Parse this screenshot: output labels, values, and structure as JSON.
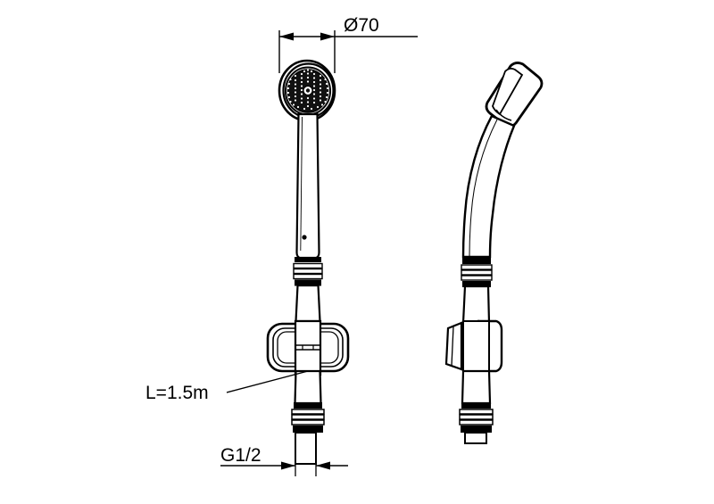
{
  "drawing": {
    "type": "technical-product-drawing",
    "subject": "hand shower with hose and wall bracket",
    "background_color": "#ffffff",
    "line_color": "#000000",
    "views": [
      {
        "name": "front-view",
        "position": "left",
        "components": [
          "spray-face",
          "shower-head",
          "handle",
          "handle-hole",
          "upper-coupling-nut",
          "hose",
          "hose-clip-bracket",
          "lower-coupling-nut",
          "g-half-thread"
        ]
      },
      {
        "name": "side-view",
        "position": "right",
        "components": [
          "shower-head-profile",
          "curved-handle",
          "upper-coupling-nut",
          "hose",
          "wall-bracket",
          "lower-coupling-nut",
          "g-half-thread"
        ]
      }
    ]
  },
  "dimensions": {
    "diameter": {
      "label": "Ø70",
      "value": 70,
      "unit": "mm",
      "applies_to": "shower-head-face",
      "position": "top"
    },
    "thread": {
      "label": "G1/2",
      "value": "G1/2",
      "applies_to": "hose-end-thread",
      "position": "bottom"
    },
    "hose_length": {
      "label": "L=1.5m",
      "value": 1.5,
      "unit": "m",
      "applies_to": "shower-hose",
      "position": "left-middle"
    }
  },
  "colors": {
    "line": "#000000",
    "fill_dark": "#000000",
    "fill_light": "#ffffff",
    "background": "#ffffff"
  }
}
